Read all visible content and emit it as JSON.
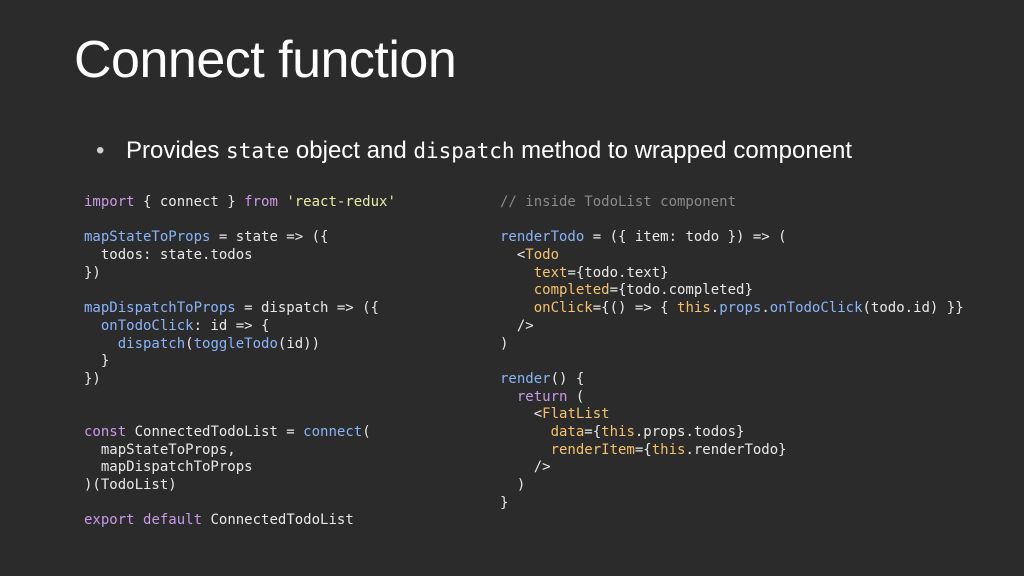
{
  "slide": {
    "title": "Connect function",
    "bullet": {
      "glyph": "•",
      "parts": [
        "Provides ",
        "state",
        " object and ",
        "dispatch",
        " method to wrapped component"
      ]
    }
  },
  "colors": {
    "background": "#2b2b2b",
    "keyword": "#c99ae8",
    "function": "#8ab4f8",
    "string": "#eaeaa8",
    "comment": "#8a8a8a",
    "jsx_tag": "#f4c26b"
  },
  "code_left": [
    [
      [
        "keyword",
        "import"
      ],
      [
        "plain",
        " { connect } "
      ],
      [
        "keyword",
        "from"
      ],
      [
        "plain",
        " "
      ],
      [
        "string",
        "'react-redux'"
      ]
    ],
    [],
    [
      [
        "func",
        "mapStateToProps"
      ],
      [
        "plain",
        " = state => ({"
      ]
    ],
    [
      [
        "plain",
        "  todos: state.todos"
      ]
    ],
    [
      [
        "plain",
        "})"
      ]
    ],
    [],
    [
      [
        "func",
        "mapDispatchToProps"
      ],
      [
        "plain",
        " = dispatch => ({"
      ]
    ],
    [
      [
        "plain",
        "  "
      ],
      [
        "func",
        "onTodoClick"
      ],
      [
        "plain",
        ": id => {"
      ]
    ],
    [
      [
        "plain",
        "    "
      ],
      [
        "func",
        "dispatch"
      ],
      [
        "plain",
        "("
      ],
      [
        "func",
        "toggleTodo"
      ],
      [
        "plain",
        "(id))"
      ]
    ],
    [
      [
        "plain",
        "  }"
      ]
    ],
    [
      [
        "plain",
        "})"
      ]
    ],
    [],
    [],
    [
      [
        "keyword",
        "const"
      ],
      [
        "plain",
        " ConnectedTodoList = "
      ],
      [
        "func",
        "connect"
      ],
      [
        "plain",
        "("
      ]
    ],
    [
      [
        "plain",
        "  mapStateToProps,"
      ]
    ],
    [
      [
        "plain",
        "  mapDispatchToProps"
      ]
    ],
    [
      [
        "plain",
        ")(TodoList)"
      ]
    ],
    [],
    [
      [
        "keyword",
        "export"
      ],
      [
        "plain",
        " "
      ],
      [
        "keyword",
        "default"
      ],
      [
        "plain",
        " ConnectedTodoList"
      ]
    ]
  ],
  "code_right": [
    [
      [
        "comment",
        "// inside TodoList component"
      ]
    ],
    [],
    [
      [
        "func",
        "renderTodo"
      ],
      [
        "plain",
        " = ({ item: todo }) => ("
      ]
    ],
    [
      [
        "plain",
        "  <"
      ],
      [
        "tag",
        "Todo"
      ]
    ],
    [
      [
        "plain",
        "    "
      ],
      [
        "attr",
        "text"
      ],
      [
        "plain",
        "={todo.text}"
      ]
    ],
    [
      [
        "plain",
        "    "
      ],
      [
        "attr",
        "completed"
      ],
      [
        "plain",
        "={todo.completed}"
      ]
    ],
    [
      [
        "plain",
        "    "
      ],
      [
        "attr",
        "onClick"
      ],
      [
        "plain",
        "={() => { "
      ],
      [
        "tag",
        "this"
      ],
      [
        "plain",
        "."
      ],
      [
        "func",
        "props"
      ],
      [
        "plain",
        "."
      ],
      [
        "func",
        "onTodoClick"
      ],
      [
        "plain",
        "(todo.id) }}"
      ]
    ],
    [
      [
        "plain",
        "  />"
      ]
    ],
    [
      [
        "plain",
        ")"
      ]
    ],
    [],
    [
      [
        "func",
        "render"
      ],
      [
        "plain",
        "() {"
      ]
    ],
    [
      [
        "plain",
        "  "
      ],
      [
        "keyword",
        "return"
      ],
      [
        "plain",
        " ("
      ]
    ],
    [
      [
        "plain",
        "    <"
      ],
      [
        "tag",
        "FlatList"
      ]
    ],
    [
      [
        "plain",
        "      "
      ],
      [
        "attr",
        "data"
      ],
      [
        "plain",
        "={"
      ],
      [
        "tag",
        "this"
      ],
      [
        "plain",
        ".props.todos}"
      ]
    ],
    [
      [
        "plain",
        "      "
      ],
      [
        "attr",
        "renderItem"
      ],
      [
        "plain",
        "={"
      ],
      [
        "tag",
        "this"
      ],
      [
        "plain",
        ".renderTodo}"
      ]
    ],
    [
      [
        "plain",
        "    />"
      ]
    ],
    [
      [
        "plain",
        "  )"
      ]
    ],
    [
      [
        "plain",
        "}"
      ]
    ]
  ]
}
